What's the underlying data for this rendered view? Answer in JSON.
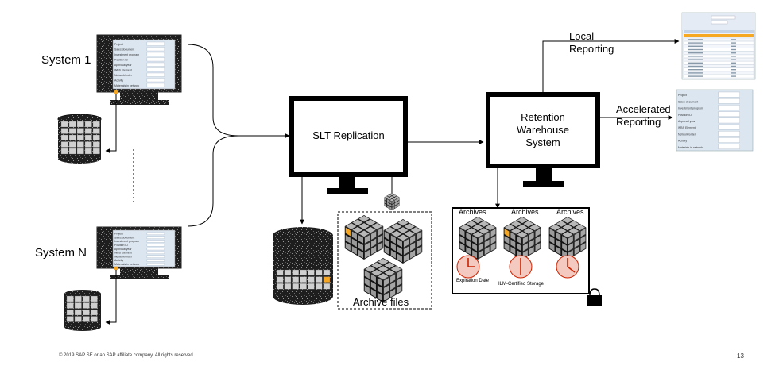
{
  "labels": {
    "system1": "System 1",
    "system_n": "System N",
    "slt": "SLT Replication",
    "rw_line1": "Retention",
    "rw_line2": "Warehouse",
    "rw_line3": "System",
    "local_line1": "Local",
    "local_line2": "Reporting",
    "accel_line1": "Accelerated",
    "accel_line2": "Reporting",
    "archive_files": "Archive files",
    "archives": [
      "Archives",
      "Archives",
      "Archives"
    ],
    "expiration_date": "Expiration Date",
    "ilm_storage": "ILM-Certified  Storage",
    "footer": "© 2019 SAP SE or an SAP affiliate company. All rights reserved.",
    "page_number": "13"
  },
  "form_fields": [
    "Project",
    "Sales document",
    "Investment program",
    "Position ID",
    "Approval year",
    "WBS Element",
    "Network/order",
    "Activity",
    "Materials in network"
  ],
  "colors": {
    "line": "#000000",
    "monitor_frame": "#000000",
    "highlight": "#f5a623",
    "clock_fill": "#f4c9bf",
    "clock_hand": "#cc2200",
    "form_bg": "#dce6f1",
    "grid_header": "#f7a823"
  }
}
